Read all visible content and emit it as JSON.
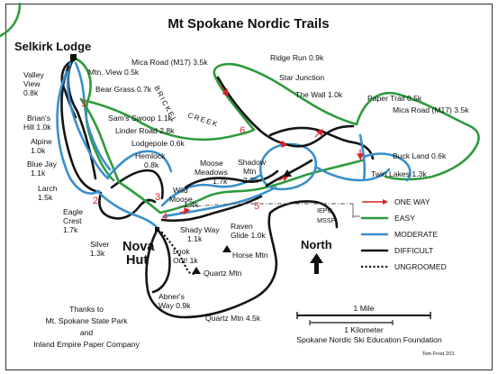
{
  "title": "Mt Spokane Nordic Trails",
  "colors": {
    "easy": "#2e9b3c",
    "moderate": "#3a8fcb",
    "difficult": "#141414",
    "one_way": "#d9232a",
    "frame": "#444444"
  },
  "places": {
    "selkirk_lodge": "Selkirk Lodge",
    "nova_hut_line1": "Nova",
    "nova_hut_line2": "Hut",
    "north": "North"
  },
  "creek": {
    "left": "BRICKEL",
    "right": "CREEK"
  },
  "trails": {
    "valley_view": [
      "Valley",
      "View",
      "0.8k"
    ],
    "mtn_view": "Mtn. View 0.5k",
    "bear_grass": "Bear Grass 0.7k",
    "brians_hill": [
      "Brian's",
      "Hill 1.0k"
    ],
    "alpine": [
      "Alpine",
      "1.0k"
    ],
    "blue_jay": [
      "Blue Jay",
      "1.1k"
    ],
    "larch": [
      "Larch",
      "1.5k"
    ],
    "eagle_crest": [
      "Eagle",
      "Crest",
      "1.7k"
    ],
    "silver": [
      "Silver",
      "1.3k"
    ],
    "sams_swoop": "Sam's Swoop 1.1k",
    "linder_road": "Linder Road 2.8k",
    "lodgepole": "Lodgepole 0.6k",
    "hemlock": [
      "Hemlock",
      "0.8k"
    ],
    "wild_moose": [
      "Wild",
      "Moose",
      "1.4k"
    ],
    "moose_meadows": [
      "Moose",
      "Meadows",
      "1.7k"
    ],
    "shadow_mtn": [
      "Shadow",
      "Mtn",
      "2.2k"
    ],
    "raven_glide": [
      "Raven",
      "Glide 1.0k"
    ],
    "shady_way": [
      "Shady Way",
      "1.1k"
    ],
    "look_out": [
      "Look",
      "Out! 1k"
    ],
    "quartz_mtn_peak": "Quartz Mtn",
    "horse_mtn": "Horse Mtn",
    "abners_way": [
      "Abner's",
      "Way 0.9k"
    ],
    "quartz_mtn": "Quartz Mtn 4.5k",
    "mica_road_left": "Mica Road (M17) 3.5k",
    "mica_road_right": "Mica Road (M17) 3.5k",
    "ridge_run": "Ridge Run 0.9k",
    "star_junction": "Star Junction",
    "the_wall": "The Wall 1.0k",
    "paper_trail": "Paper Trail 0.5k",
    "buck_land": "Buck Land 0.6k",
    "twin_lakes": "Twin Lakes 1.3k"
  },
  "junctions": [
    "1",
    "2",
    "3",
    "4",
    "5",
    "6",
    "7"
  ],
  "boundary": {
    "above": "IEPC",
    "below": "MSSP"
  },
  "legend": [
    {
      "label": "ONE WAY",
      "style": "one-way"
    },
    {
      "label": "EASY",
      "style": "easy"
    },
    {
      "label": "MODERATE",
      "style": "moderate"
    },
    {
      "label": "DIFFICULT",
      "style": "difficult"
    },
    {
      "label": "UNGROOMED",
      "style": "ungroomed"
    }
  ],
  "scale": {
    "mile": "1 Mile",
    "km": "1 Kilometer"
  },
  "credits": {
    "foundation": "Spokane Nordic Ski Education Foundation",
    "author": "Tom Frost 2/11",
    "thanks": [
      "Thanks to",
      "Mt. Spokane State Park",
      "and",
      "Inland Empire Paper Company"
    ]
  }
}
